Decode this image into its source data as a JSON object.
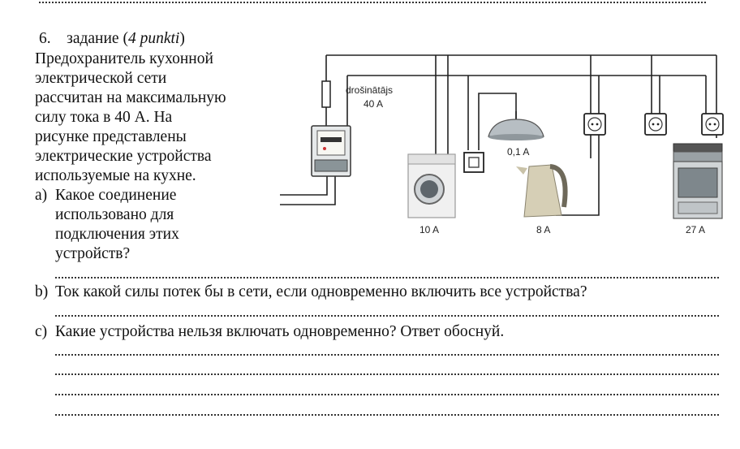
{
  "task": {
    "number": "6.",
    "title_prefix": "задание (",
    "points": "4 punkti",
    "title_suffix": ")",
    "intro_lines": [
      "Предохранитель кухонной",
      "электрической сети",
      "рассчитан на максимальную",
      "силу тока в 40 А. На",
      "рисунке представлены",
      "электрические устройства",
      "используемые на кухне."
    ]
  },
  "questions": {
    "a": {
      "letter": "a)",
      "lines": [
        "Какое соединение",
        "использовано для",
        "подключения этих",
        "устройств?"
      ]
    },
    "b": {
      "letter": "b)",
      "text": "Ток какой силы потек бы в сети, если одновременно включить все устройства?"
    },
    "c": {
      "letter": "c)",
      "text": "Какие устройства нельзя включать одновременно? Ответ обоснуй."
    }
  },
  "diagram": {
    "fuse_label_1": "drošinātājs",
    "fuse_label_2": "40 A",
    "lamp_current": "0,1 A",
    "washer_current": "10 A",
    "kettle_current": "8 A",
    "stove_current": "27 A"
  }
}
